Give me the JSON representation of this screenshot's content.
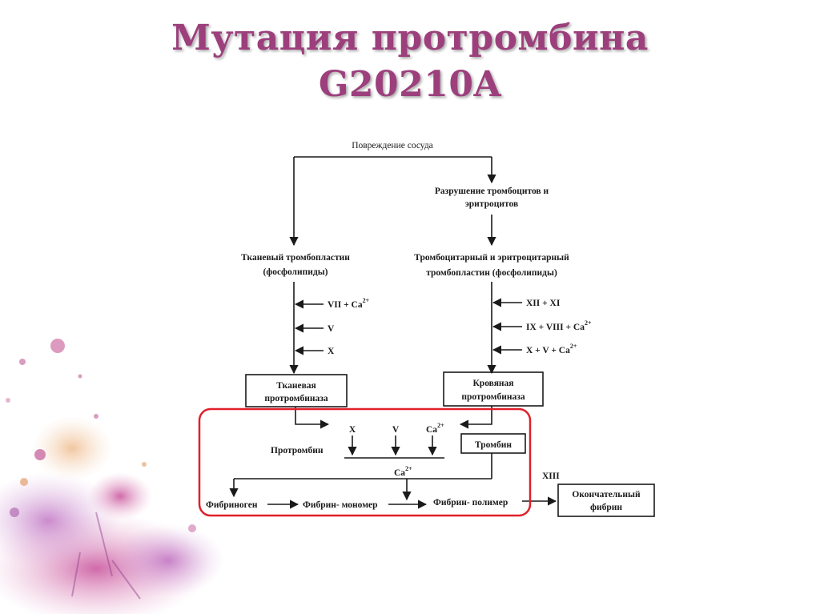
{
  "slide": {
    "title_line1": "Мутация протромбина",
    "title_line2": "G20210A",
    "title_color": "#9c3f7c",
    "highlight_color": "#e0202a"
  },
  "diagram": {
    "vessel_damage": "Повреждение сосуда",
    "destruction_line1": "Разрушение тромбоцитов и",
    "destruction_line2": "эритроцитов",
    "tissue_tp_line1": "Тканевый тромбопластин",
    "tissue_tp_line2": "(фосфолипиды)",
    "blood_tp_line1": "Тромбоцитарный и эритроцитарный",
    "blood_tp_line2": "тромбопластин (фосфолипиды)",
    "left_factor1": "VII + Ca",
    "left_factor2": "V",
    "left_factor3": "X",
    "right_factor1": "XII + XI",
    "right_factor2": "IX + VIII + Ca",
    "right_factor3": "X + V + Ca",
    "superscript": "2+",
    "tissue_prothrombinase_line1": "Тканевая",
    "tissue_prothrombinase_line2": "протромбиназа",
    "blood_prothrombinase_line1": "Кровяная",
    "blood_prothrombinase_line2": "протромбиназа",
    "factor_x": "X",
    "factor_v": "V",
    "calcium": "Ca",
    "prothrombin": "Протромбин",
    "thrombin": "Тромбин",
    "fibrinogen": "Фибриноген",
    "fibrin_monomer": "Фибрин- мономер",
    "fibrin_polymer": "Фибрин- полимер",
    "factor_xiii": "XIII",
    "final_fibrin_line1": "Окончательный",
    "final_fibrin_line2": "фибрин"
  }
}
